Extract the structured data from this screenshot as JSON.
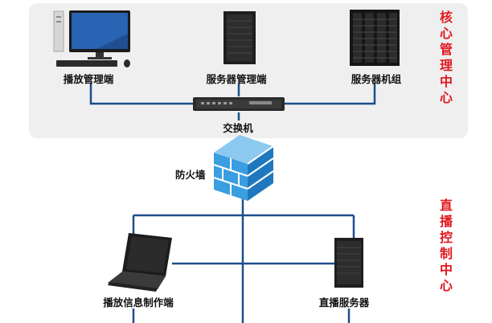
{
  "zones": {
    "core": "核心管理中心",
    "live": "直播控制中心"
  },
  "nodes": {
    "playback_mgmt": "播放管理端",
    "server_mgmt": "服务器管理端",
    "server_group": "服务器机组",
    "switch": "交换机",
    "firewall": "防火墙",
    "playback_info": "播放信息制作端",
    "live_server": "直播服务器"
  },
  "colors": {
    "link_line": "#1e4e8c",
    "zone_title": "#e0181e",
    "firewall": "#3a9ee0",
    "zone_bg": "#efefef"
  }
}
